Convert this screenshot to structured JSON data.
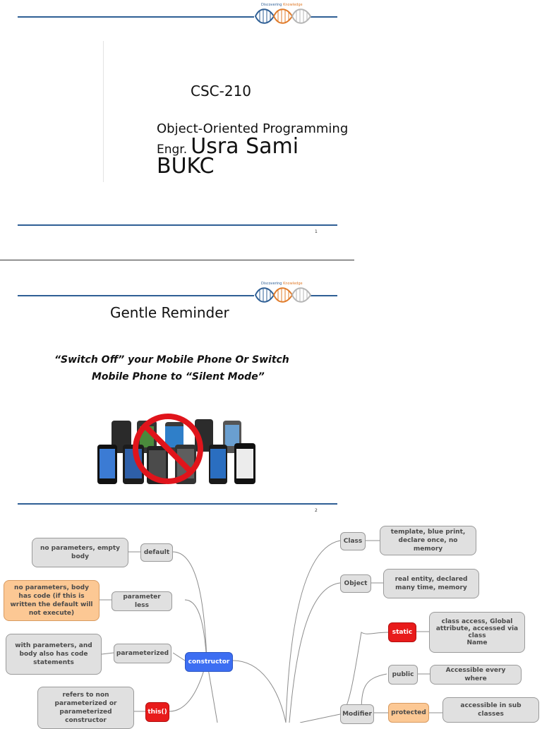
{
  "slide1": {
    "logo": {
      "text_a": "Discovering",
      "text_b": "Knowledge"
    },
    "course_code": "CSC-210",
    "course_title": "Object-Oriented Programming",
    "instructor_prefix": "Engr.",
    "instructor_name": "Usra Sami",
    "institution": "BUKC",
    "page_number": "1"
  },
  "slide2": {
    "logo": {
      "text_a": "Discovering",
      "text_b": "Knowledge"
    },
    "title": "Gentle Reminder",
    "line1": "“Switch Off” your Mobile Phone Or Switch",
    "line2": "Mobile Phone to “Silent Mode”",
    "page_number": "2"
  },
  "mindmap": {
    "default_label": "default",
    "default_desc": "no parameters, empty body",
    "param_less_label": "parameter less",
    "param_less_desc": "no parameters, body has code (if this is written the default will not execute)",
    "parameterized_label": "parameterized",
    "parameterized_desc": "with parameters, and body also has code statements",
    "constructor_label": "constructor",
    "this_label": "this()",
    "this_desc": "refers to non parameterized or parameterized constructor",
    "class_label": "Class",
    "class_desc": "template, blue print, declare once, no memory",
    "object_label": "Object",
    "object_desc": "real entity, declared many time, memory",
    "static_label": "static",
    "static_desc_1": "class access, Global attribute, accessed via class",
    "static_desc_2": "Name",
    "public_label": "public",
    "public_desc": "Accessible every where",
    "modifier_label": "Modifier",
    "protected_label": "protected",
    "protected_desc": "accessible in sub classes"
  },
  "colors": {
    "rule_blue": "#2f5f95",
    "node_grey": "#e0e0e0",
    "node_blue": "#3d6ef2",
    "node_red": "#e81b1b",
    "node_orange": "#fcc894",
    "logo_orange": "#e07b2a"
  }
}
